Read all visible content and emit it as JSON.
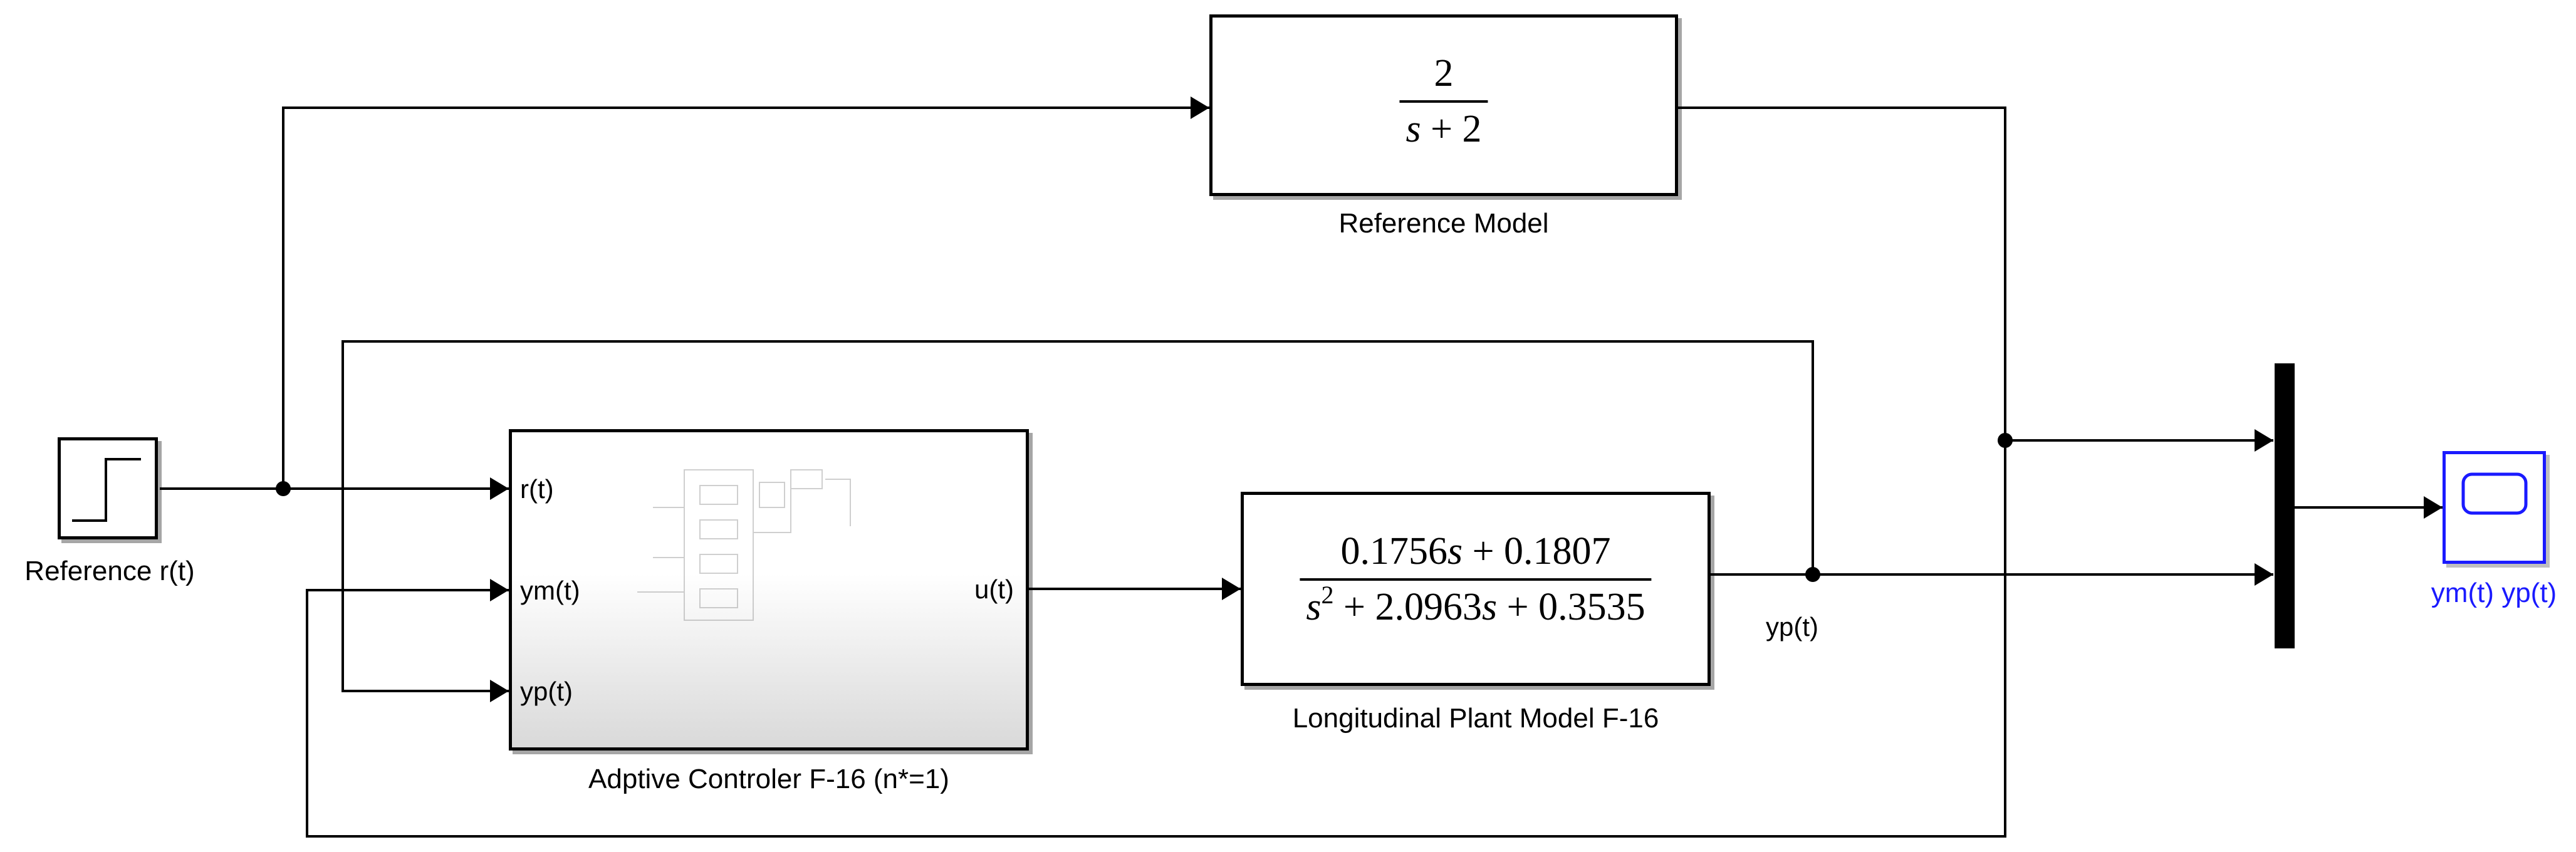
{
  "blocks": {
    "reference_source": {
      "label": "Reference r(t)"
    },
    "reference_model": {
      "label": "Reference Model",
      "numerator": "2",
      "denominator": "s + 2"
    },
    "controller": {
      "label": "Adptive Controler F-16 (n*=1)",
      "inputs": [
        "r(t)",
        "ym(t)",
        "yp(t)"
      ],
      "output": "u(t)"
    },
    "plant": {
      "label": "Longitudinal Plant Model F-16",
      "numerator": "0.1756s + 0.1807",
      "denominator": "s² + 2.0963s + 0.3535",
      "signal": "yp(t)"
    },
    "scope": {
      "label": "ym(t) yp(t)"
    }
  },
  "colors": {
    "scope_label": "#1a1aff",
    "line": "#000000"
  }
}
